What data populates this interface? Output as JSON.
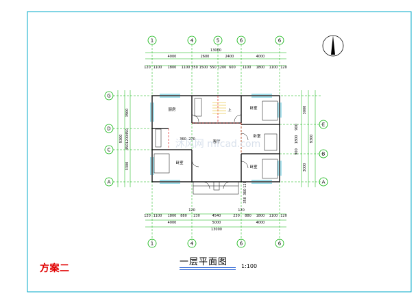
{
  "drawing": {
    "title": "一层平面图",
    "scale": "1:100",
    "scheme_label": "方案二",
    "axis_labels_top": [
      "1",
      "4",
      "5",
      "6",
      "6"
    ],
    "axis_labels_bottom": [
      "1",
      "4",
      "6",
      "6"
    ],
    "axis_labels_left": [
      "G",
      "D",
      "C",
      "A"
    ],
    "axis_labels_right": [
      "E",
      "B",
      "A"
    ],
    "dims_top_row1": [
      "13000"
    ],
    "dims_top_row2": [
      "4000",
      "2600",
      "2400",
      "4000"
    ],
    "dims_top_row3": [
      "120",
      "1100",
      "1800",
      "1100",
      "550",
      "1500",
      "550",
      "1200",
      "600",
      "1100",
      "1800",
      "1100",
      "120"
    ],
    "dims_bottom_row1": [
      "120",
      "1100",
      "1800",
      "880",
      "230",
      "4540",
      "230",
      "880",
      "1800",
      "1100",
      "120"
    ],
    "dims_bottom_row2": [
      "4000",
      "5000",
      "4000"
    ],
    "dims_bottom_row3": [
      "13000"
    ],
    "dims_bottom_small": [
      "120",
      "120"
    ],
    "dims_left": [
      "3900",
      "450",
      "1200",
      "450",
      "3300",
      "9300"
    ],
    "dims_right": [
      "3000",
      "900",
      "1800",
      "900",
      "3000",
      "9300"
    ],
    "dims_inner": [
      "360",
      "270",
      "120",
      "360",
      "350"
    ],
    "rooms": {
      "kitchen": "厨房",
      "hall": "客厅",
      "bedroom_nw": "卧室",
      "bedroom_ne": "卧室",
      "bedroom_e": "卧室",
      "bedroom_se": "卧室",
      "stair_up": "上"
    },
    "watermark": "沐风网 mfcad.com",
    "colors": {
      "frame": "#00a8c8",
      "axis": "#00b000",
      "wall": "#000000",
      "door": "#e00000",
      "dim_line": "#00b000"
    }
  }
}
